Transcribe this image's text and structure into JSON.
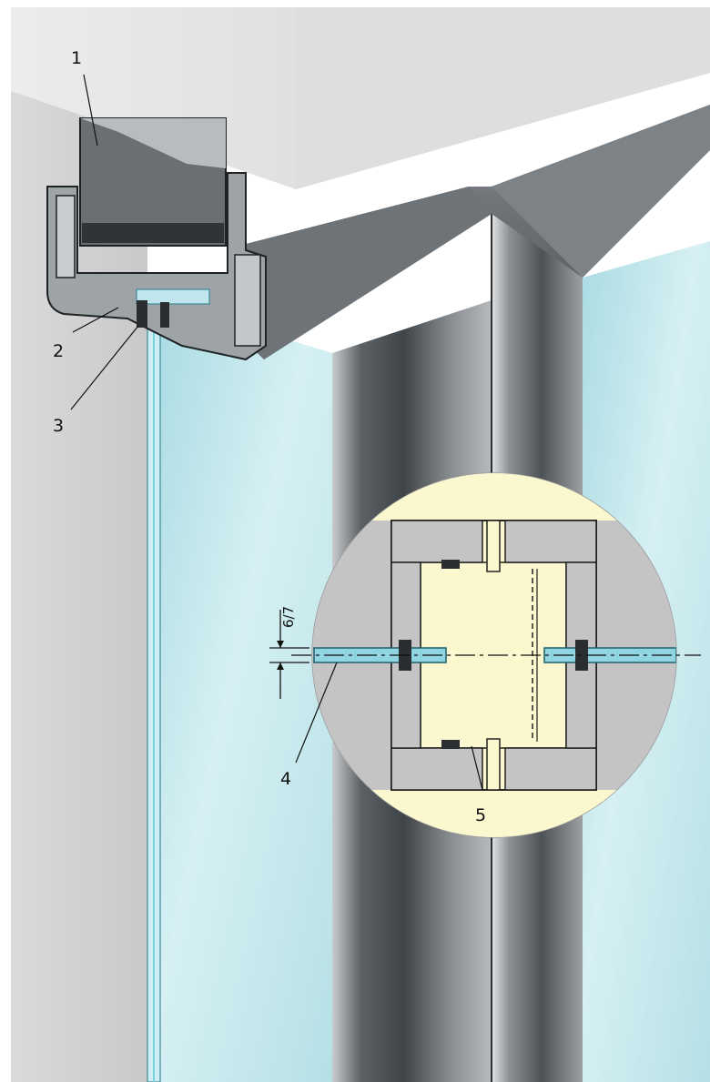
{
  "callouts": [
    {
      "id": "1",
      "label": "1"
    },
    {
      "id": "2",
      "label": "2"
    },
    {
      "id": "3",
      "label": "3"
    },
    {
      "id": "4",
      "label": "4"
    },
    {
      "id": "5",
      "label": "5"
    }
  ],
  "dimension": {
    "label": "6/7"
  },
  "colors": {
    "glass": "#bfe6ec",
    "glass_edge": "#7ccfdc",
    "profile_dark": "#555a5e",
    "profile_mid": "#8d9296",
    "profile_light": "#c4c7c9",
    "ceiling": "#dcdcdc",
    "wall": "#d2d2d2",
    "detail_bg": "#fbf8cf"
  }
}
